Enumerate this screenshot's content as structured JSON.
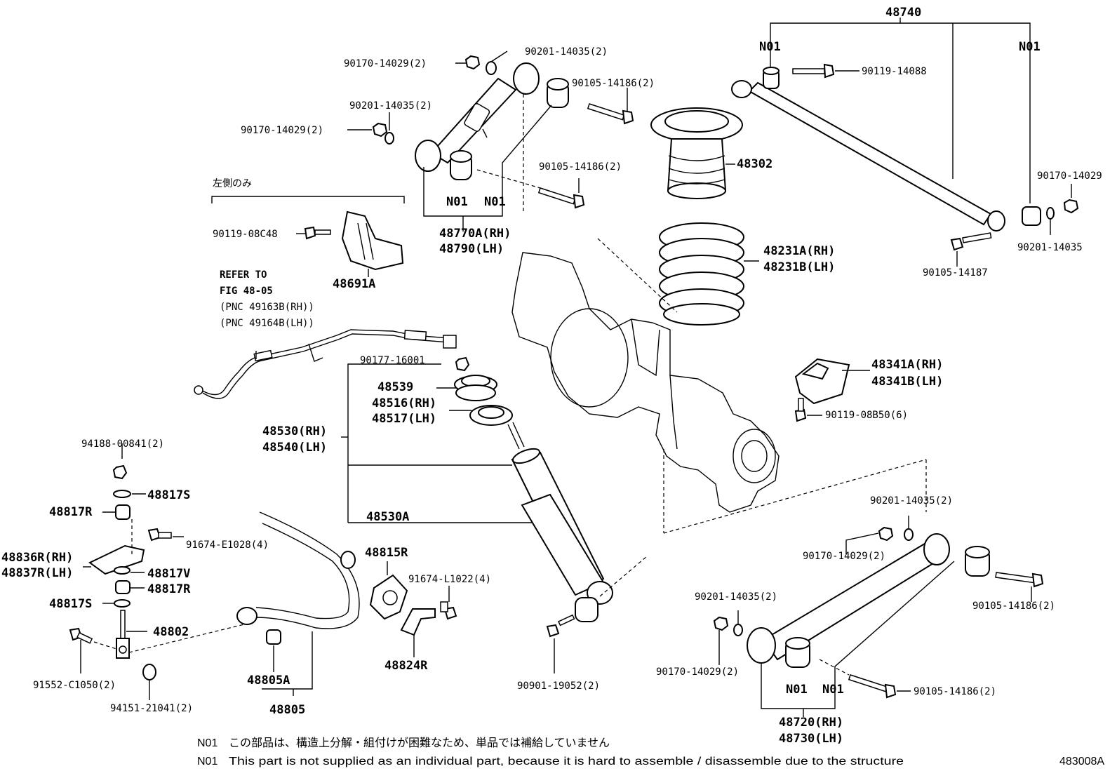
{
  "labels": {
    "l48740": "48740",
    "n01_a": "N01",
    "n01_b": "N01",
    "l90119_14088": "90119-14088",
    "l90170_14029_r": "90170-14029",
    "l90201_14035_r": "90201-14035",
    "l90105_14187": "90105-14187",
    "l90170_14029_2a": "90170-14029(2)",
    "l90201_14035_2a": "90201-14035(2)",
    "l90105_14186_2a": "90105-14186(2)",
    "l90201_14035_2b": "90201-14035(2)",
    "l90170_14029_2b": "90170-14029(2)",
    "l90105_14186_2b": "90105-14186(2)",
    "n01_c": "N01",
    "n01_d": "N01",
    "l48770a": "48770A(RH)",
    "l48790": "48790(LH)",
    "l48302": "48302",
    "l48231a": "48231A(RH)",
    "l48231b": "48231B(LH)",
    "l_left_only": "左側のみ",
    "l90119_08c48": "90119-08C48",
    "l48691a": "48691A",
    "refer_1": "REFER TO",
    "refer_2": "FIG 48-05",
    "refer_3": "(PNC 49163B(RH))",
    "refer_4": "(PNC 49164B(LH))",
    "l90177_16001": "90177-16001",
    "l48539": "48539",
    "l48516": "48516(RH)",
    "l48517": "48517(LH)",
    "l48530": "48530(RH)",
    "l48540": "48540(LH)",
    "l48530a": "48530A",
    "l48341a": "48341A(RH)",
    "l48341b": "48341B(LH)",
    "l90119_08b50": "90119-08B50(6)",
    "l94188": "94188-00841(2)",
    "l48817s_a": "48817S",
    "l48817r_a": "48817R",
    "l91674_e1028": "91674-E1028(4)",
    "l48836r": "48836R(RH)",
    "l48837r": "48837R(LH)",
    "l48817v": "48817V",
    "l48817r_b": "48817R",
    "l48817s_b": "48817S",
    "l48802": "48802",
    "l91552": "91552-C1050(2)",
    "l94151": "94151-21041(2)",
    "l48815r": "48815R",
    "l91674_l1022": "91674-L1022(4)",
    "l48824r": "48824R",
    "l48805a": "48805A",
    "l48805": "48805",
    "l90901": "90901-19052(2)",
    "l90201_14035_2c": "90201-14035(2)",
    "l90170_14029_2c": "90170-14029(2)",
    "l90201_14035_2d": "90201-14035(2)",
    "l90105_14186_2c": "90105-14186(2)",
    "l90170_14029_2d": "90170-14029(2)",
    "l90105_14186_2d": "90105-14186(2)",
    "n01_e": "N01",
    "n01_f": "N01",
    "l48720": "48720(RH)",
    "l48730": "48730(LH)"
  },
  "notes": {
    "jp_code": "N01",
    "jp_text": "この部品は、構造上分解・組付けが困難なため、単品では補給していません",
    "en_code": "N01",
    "en_text": "This part is not supplied as an individual part, because it is hard to assemble / disassemble due to the structure"
  },
  "figure_id": "483008A"
}
